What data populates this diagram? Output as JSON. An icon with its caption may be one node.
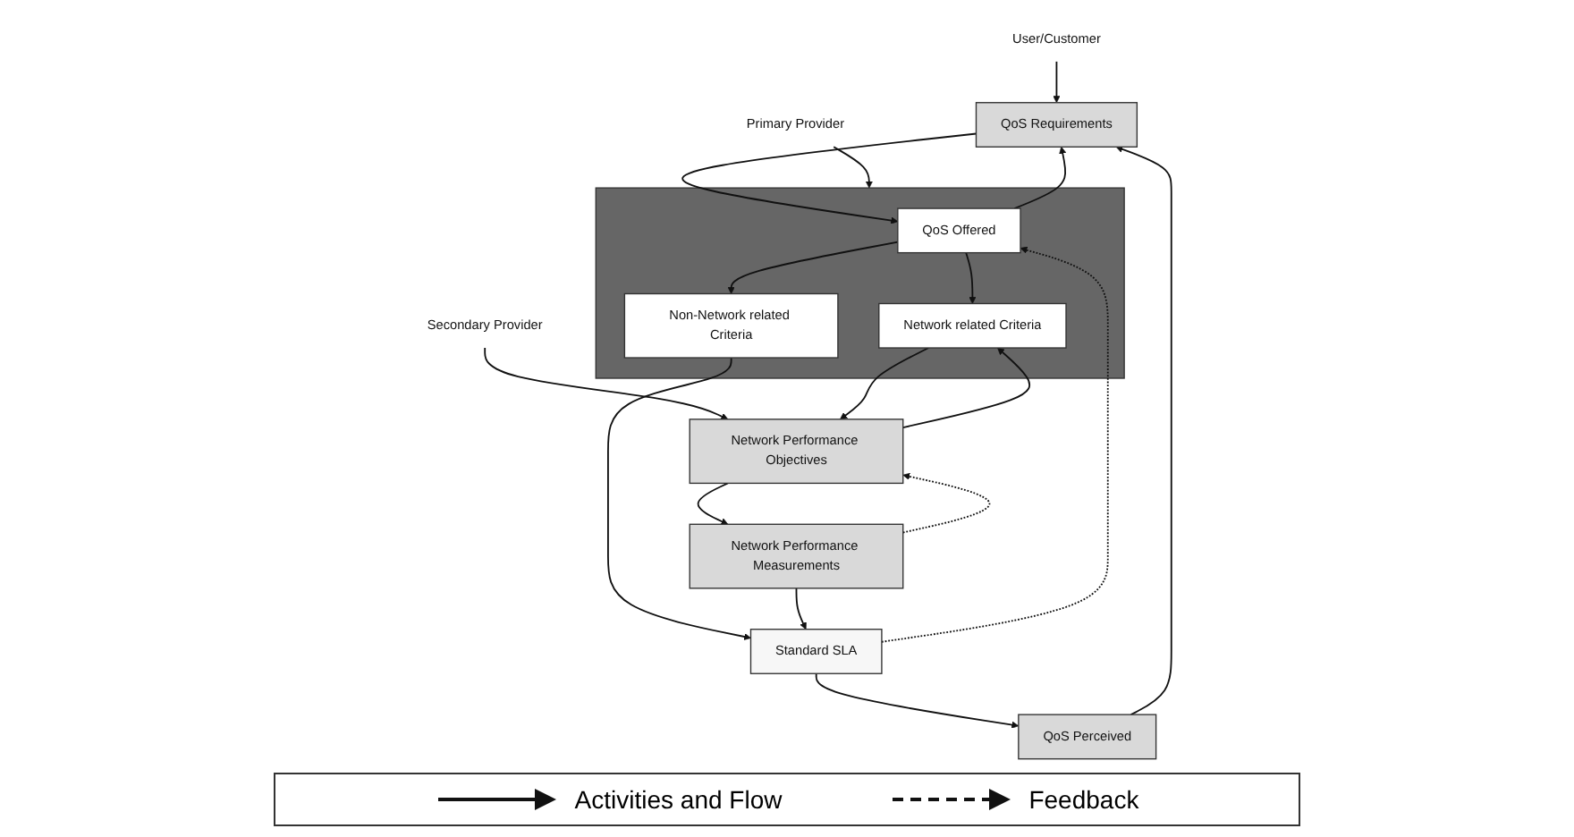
{
  "diagram": {
    "nodes": [
      {
        "text": [
          "User/Customer"
        ]
      },
      {
        "text": [
          "Primary Provider"
        ]
      },
      {
        "text": [
          "Secondary Provider"
        ]
      },
      {
        "text": [
          "QoS Requirements"
        ]
      },
      {
        "text": [],
        "shape": "box"
      },
      {
        "text": [
          "QoS Offered"
        ],
        "in": 4
      },
      {
        "text": [
          "Network related Criteria"
        ],
        "in": 4
      },
      {
        "text": [
          "Non-Network related Criteria"
        ],
        "in": 4
      },
      {
        "text": [
          "Network Performance Objectives"
        ]
      },
      {
        "text": [
          "QoS Perceived"
        ]
      },
      {
        "text": [
          "Standard SLA"
        ]
      },
      {
        "text": [
          "Network Performance Measurements"
        ]
      }
    ],
    "edges": [
      {
        "from": 0,
        "to": 3,
        "arrow": "to"
      },
      {
        "from": 1,
        "to": 4,
        "arrow": "to"
      },
      {
        "from": 2,
        "to": 8,
        "arrow": "to"
      },
      {
        "from": 5,
        "to": 3,
        "arrow": "to"
      },
      {
        "from": 3,
        "to": 5,
        "arrow": "to"
      },
      {
        "from": 5,
        "to": 6,
        "arrow": "to"
      },
      {
        "from": 5,
        "to": 7,
        "arrow": "to"
      },
      {
        "from": 6,
        "to": 8,
        "arrow": "to"
      },
      {
        "from": 8,
        "to": 6,
        "arrow": "to"
      },
      {
        "from": 8,
        "to": 11,
        "arrow": "to"
      },
      {
        "from": 11,
        "to": 8,
        "arrow": "to",
        "style": "dashed"
      },
      {
        "from": 7,
        "to": 10,
        "arrow": "to"
      },
      {
        "from": 10,
        "to": 5,
        "arrow": "to",
        "style": "dashed"
      },
      {
        "from": 11,
        "to": 10,
        "arrow": "to"
      },
      {
        "from": 10,
        "to": 9,
        "arrow": "to"
      },
      {
        "from": 9,
        "to": 3,
        "arrow": "to"
      }
    ],
    "legend": [
      {
        "text": "Activities and Flow"
      },
      {
        "text": "Feedback"
      }
    ]
  }
}
